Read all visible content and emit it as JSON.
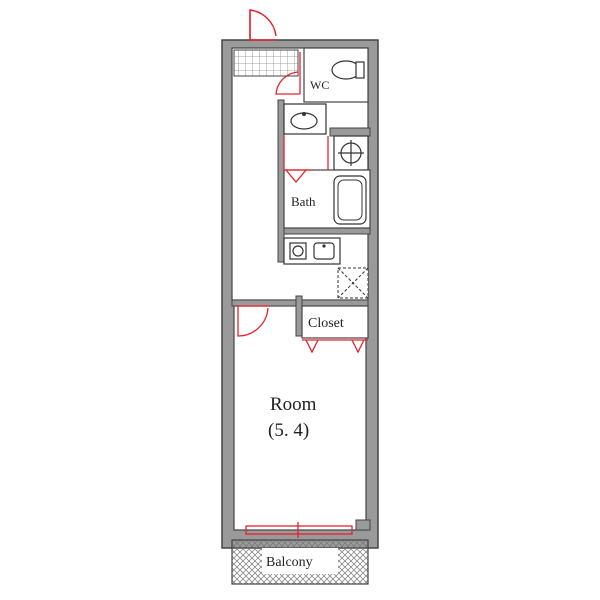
{
  "plan": {
    "rooms": {
      "wc": "WC",
      "bath": "Bath",
      "closet": "Closet",
      "room": "Room",
      "room_size": "(5. 4)",
      "balcony": "Balcony"
    }
  },
  "colors": {
    "wall": "#9a9a9a",
    "wall_edge": "#444444",
    "opening": "#e8202a",
    "fixture": "#333333",
    "hatch": "#999999",
    "floor": "#ffffff"
  }
}
